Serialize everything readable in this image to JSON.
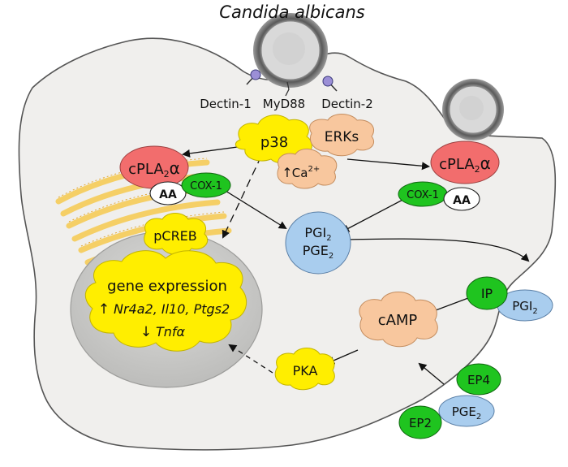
{
  "title": "Candida albicans",
  "receptors": {
    "dectin1": "Dectin-1",
    "myd88": "MyD88",
    "dectin2": "Dectin-2"
  },
  "nodes": {
    "p38": "p38",
    "erks": "ERKs",
    "ca": "Ca",
    "ca_sup": "2+",
    "cpla2_left": "cPLA",
    "cpla2_left_sub": "2",
    "cpla2_left_alpha": "α",
    "aa_left": "AA",
    "cox1_left": "COX-1",
    "cpla2_right": "cPLA",
    "cpla2_right_sub": "2",
    "cpla2_right_alpha": "α",
    "cox1_right": "COX-1",
    "aa_right": "AA",
    "pcreb": "pCREB",
    "pgi2_main": "PGI",
    "pgi2_main_sub": "2",
    "pge2_main": "PGE",
    "pge2_main_sub": "2",
    "ip": "IP",
    "pgi2_ext": "PGI",
    "pgi2_ext_sub": "2",
    "camp": "cAMP",
    "pka": "PKA",
    "ep4": "EP4",
    "ep2": "EP2",
    "pge2_ext": "PGE",
    "pge2_ext_sub": "2"
  },
  "gene_expression": {
    "heading": "gene expression",
    "up_genes": "Nr4a2, Il10, Ptgs2",
    "down_genes": "Tnfα"
  },
  "colors": {
    "cell_fill": "#f0efed",
    "nucleus_fill": "#cfcfcd",
    "yellow": "#ffee00",
    "orange": "#f8c79e",
    "red": "#f26d6d",
    "green": "#1fc41f",
    "blue": "#a9cdee",
    "er": "#f5cf66"
  }
}
